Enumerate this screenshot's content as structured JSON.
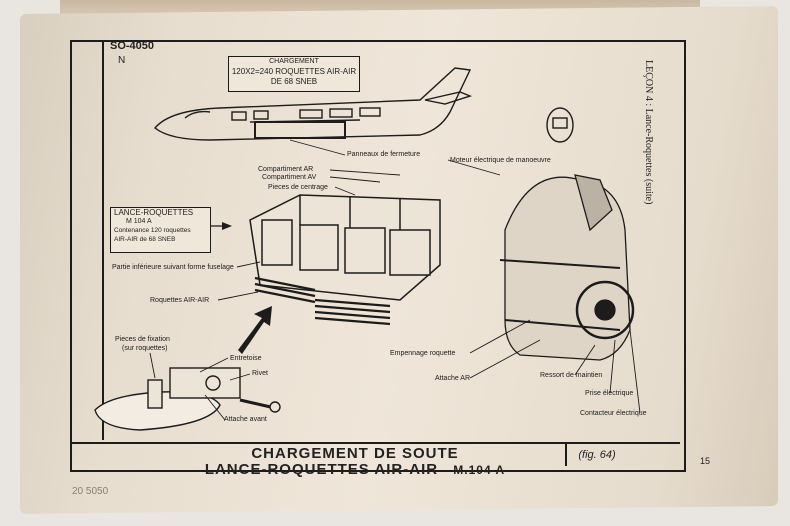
{
  "document": {
    "code": "SO-4050",
    "code_mark": "N",
    "side_heading": "LEÇON 4 : Lance-Roquettes (suite)",
    "page_number": "15",
    "footer_code": "20 5050"
  },
  "chargement_box": {
    "title": "CHARGEMENT",
    "line1": "120X2=240 ROQUETTES AIR-AIR",
    "line2": "DE 68 SNEB"
  },
  "lance_box": {
    "title": "LANCE-ROQUETTES",
    "line1": "M 104 A",
    "line2": "Contenance 120 roquettes",
    "line3": "AIR-AIR de 68 SNEB"
  },
  "labels": {
    "panneaux": "Panneaux de fermeture",
    "moteur": "Moteur électrique de manoeuvre",
    "comp_ar": "Compartiment AR",
    "comp_av": "Compartiment AV",
    "pieces_centrage": "Pieces de centrage",
    "partie_inferieure": "Partie inférieure suivant forme fuselage",
    "roquettes": "Roquettes AIR-AIR",
    "pieces_fixation": "Pieces de fixation",
    "pieces_fixation_sub": "(sur roquettes)",
    "entretoise": "Entretoise",
    "rivet": "Rivet",
    "attache_avant": "Attache avant",
    "empennage": "Empennage roquette",
    "attache_ar": "Attache AR",
    "ressort": "Ressort de maintien",
    "prise": "Prise électrique",
    "contacteur": "Contacteur électrique"
  },
  "title_block": {
    "line1": "CHARGEMENT DE SOUTE",
    "line2": "LANCE-ROQUETTES AIR-AIR",
    "model": "M.104 A",
    "fig": "(fig. 64)"
  }
}
